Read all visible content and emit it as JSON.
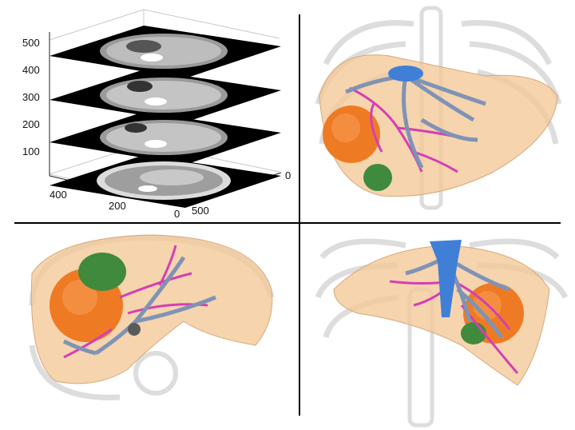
{
  "stack_plot": {
    "z_ticks": [
      "500",
      "400",
      "300",
      "200",
      "100"
    ],
    "y_ticks": [
      "400",
      "200",
      "0"
    ],
    "x_ticks": [
      "0",
      "500"
    ]
  },
  "colors": {
    "liver": "#f3c99a",
    "hepatic_vein": "#7f93b5",
    "portal_vein": "#d43fb4",
    "vena_cava": "#3f7fd6",
    "tumor": "#ef7a24",
    "gallbladder": "#3f8a3c",
    "bone": "#c8c8c8"
  }
}
